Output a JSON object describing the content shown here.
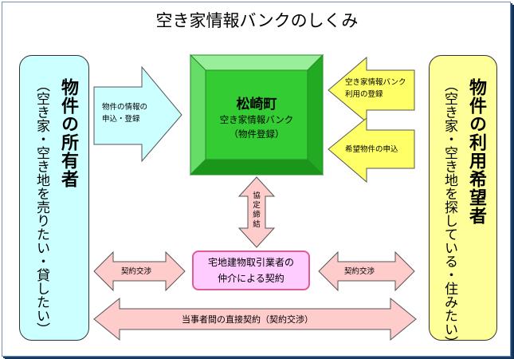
{
  "title": "空き家情報バンクのしくみ",
  "owner": {
    "title": "物件の所有者",
    "subtitle": "（空き家・空き地を売りたい・貸したい）"
  },
  "seeker": {
    "title": "物件の利用希望者",
    "subtitle": "（空き家・空き地を探している・住みたい）"
  },
  "center": {
    "name": "松崎町",
    "line2": "空き家情報バンク",
    "line3": "（物件登録）"
  },
  "arrows": {
    "owner_register": [
      "物件の情報の",
      "申込・登録"
    ],
    "bank_use": [
      "空き家情報バンク",
      "利用の登録"
    ],
    "wish_apply": "希望物件の申込",
    "agreement": [
      "協",
      "定",
      "締",
      "結"
    ],
    "contract_left": "契約交渉",
    "contract_right": "契約交渉",
    "direct_contract": "当事者間の直接契約（契約交渉）"
  },
  "broker": {
    "line1": "宅地建物取引業者の",
    "line2": "仲介による契約"
  },
  "colors": {
    "frame_border": "#6f8fb5",
    "owner_bg": "#ccffff",
    "seeker_bg": "#ffff99",
    "center_green": "#33cc33",
    "arrow_cyan": "#ccffff",
    "arrow_yellow": "#ffff66",
    "arrow_pink": "#ffcccc",
    "broker_border": "#e05a96"
  }
}
